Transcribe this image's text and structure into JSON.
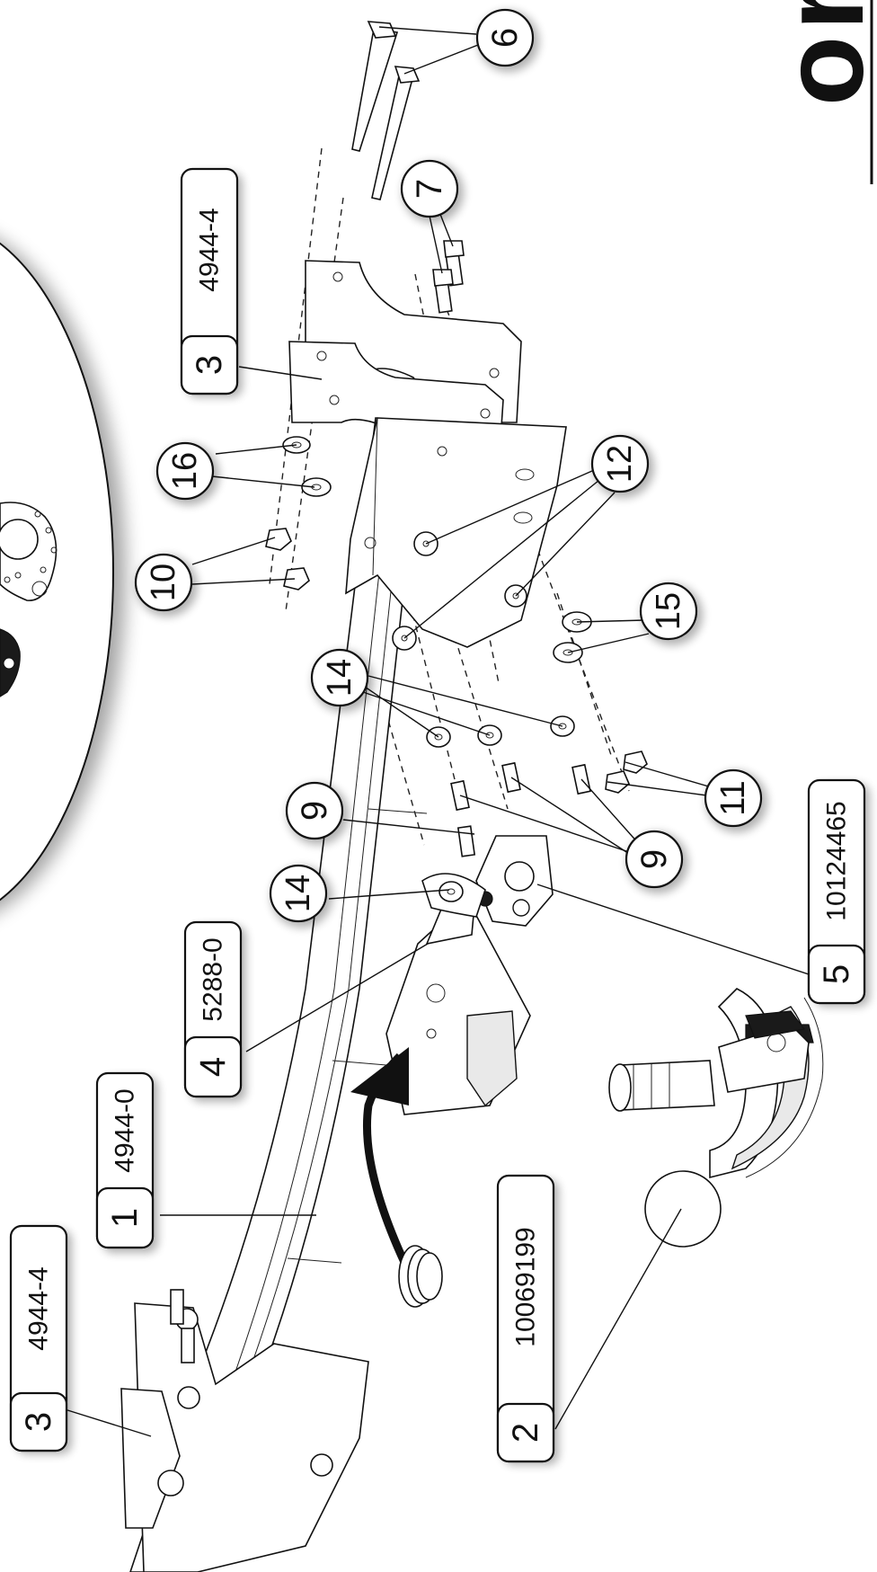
{
  "brand": {
    "logo_text": "oris"
  },
  "callouts": {
    "c6": "6",
    "c7": "7",
    "c16": "16",
    "c10": "10",
    "c12": "12",
    "c15": "15",
    "c14a": "14",
    "c14b": "14",
    "c9a": "9",
    "c9b": "9",
    "c11": "11"
  },
  "part_tags": [
    {
      "num": "3",
      "code": "4944-4"
    },
    {
      "num": "3",
      "code": "4944-4"
    },
    {
      "num": "1",
      "code": "4944-0"
    },
    {
      "num": "4",
      "code": "5288-0"
    },
    {
      "num": "2",
      "code": "10069199"
    },
    {
      "num": "5",
      "code": "10124465"
    }
  ]
}
